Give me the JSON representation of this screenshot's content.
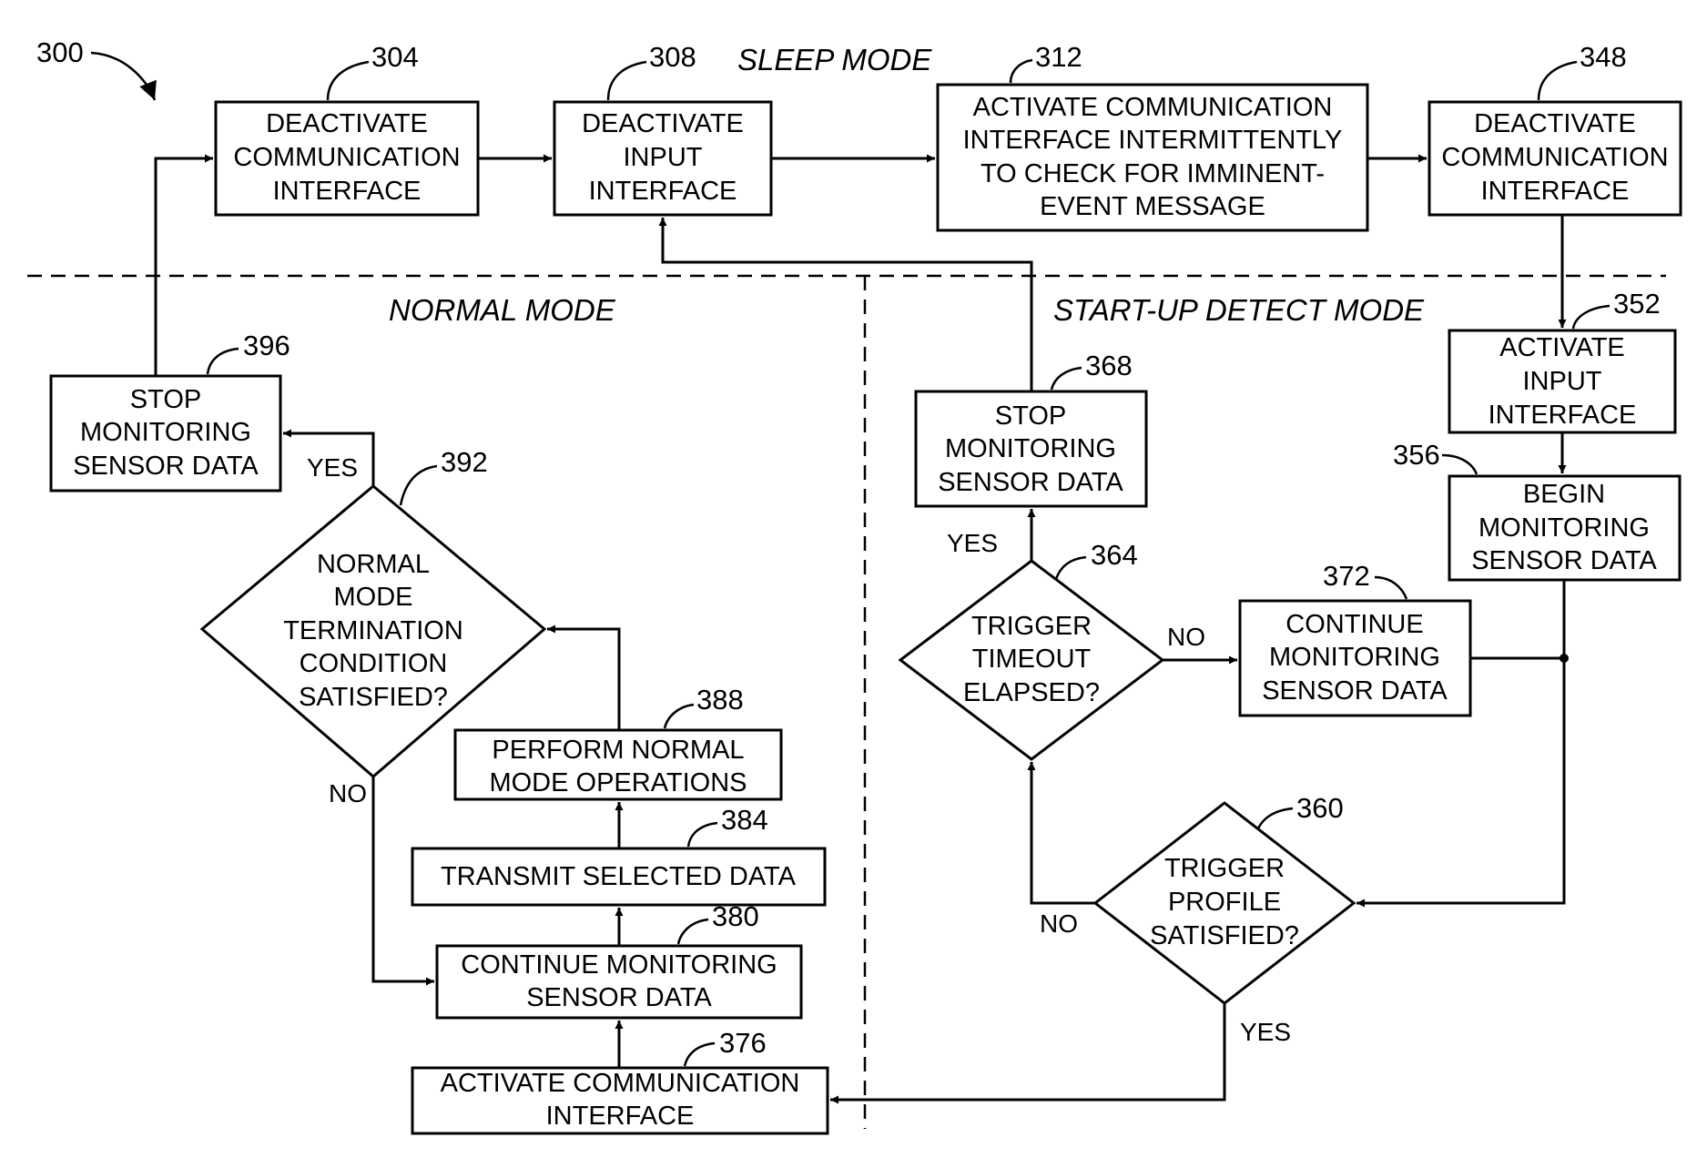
{
  "figure_number": "300",
  "modes": {
    "sleep": "SLEEP MODE",
    "normal": "NORMAL MODE",
    "startup": "START-UP DETECT MODE"
  },
  "labels": {
    "yes": "YES",
    "no": "NO"
  },
  "nodes": {
    "n304": {
      "ref": "304",
      "lines": [
        "DEACTIVATE",
        "COMMUNICATION",
        "INTERFACE"
      ]
    },
    "n308": {
      "ref": "308",
      "lines": [
        "DEACTIVATE",
        "INPUT",
        "INTERFACE"
      ]
    },
    "n312": {
      "ref": "312",
      "lines": [
        "ACTIVATE COMMUNICATION",
        "INTERFACE INTERMITTENTLY",
        "TO CHECK FOR IMMINENT-",
        "EVENT MESSAGE"
      ]
    },
    "n348": {
      "ref": "348",
      "lines": [
        "DEACTIVATE",
        "COMMUNICATION",
        "INTERFACE"
      ]
    },
    "n352": {
      "ref": "352",
      "lines": [
        "ACTIVATE",
        "INPUT",
        "INTERFACE"
      ]
    },
    "n356": {
      "ref": "356",
      "lines": [
        "BEGIN",
        "MONITORING",
        "SENSOR DATA"
      ]
    },
    "n360": {
      "ref": "360",
      "lines": [
        "TRIGGER",
        "PROFILE",
        "SATISFIED?"
      ]
    },
    "n364": {
      "ref": "364",
      "lines": [
        "TRIGGER",
        "TIMEOUT",
        "ELAPSED?"
      ]
    },
    "n368": {
      "ref": "368",
      "lines": [
        "STOP",
        "MONITORING",
        "SENSOR DATA"
      ]
    },
    "n372": {
      "ref": "372",
      "lines": [
        "CONTINUE",
        "MONITORING",
        "SENSOR DATA"
      ]
    },
    "n376": {
      "ref": "376",
      "lines": [
        "ACTIVATE COMMUNICATION",
        "INTERFACE"
      ]
    },
    "n380": {
      "ref": "380",
      "lines": [
        "CONTINUE MONITORING",
        "SENSOR DATA"
      ]
    },
    "n384": {
      "ref": "384",
      "lines": [
        "TRANSMIT SELECTED DATA"
      ]
    },
    "n388": {
      "ref": "388",
      "lines": [
        "PERFORM NORMAL",
        "MODE OPERATIONS"
      ]
    },
    "n392": {
      "ref": "392",
      "lines": [
        "NORMAL",
        "MODE",
        "TERMINATION",
        "CONDITION",
        "SATISFIED?"
      ]
    },
    "n396": {
      "ref": "396",
      "lines": [
        "STOP",
        "MONITORING",
        "SENSOR DATA"
      ]
    }
  }
}
